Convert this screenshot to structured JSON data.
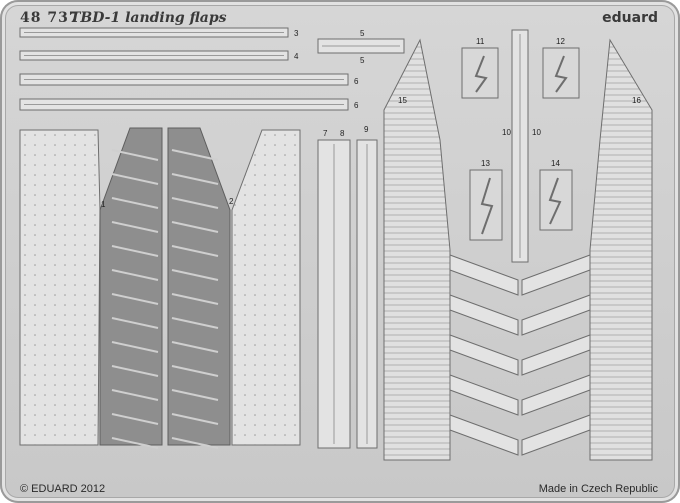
{
  "sheet": {
    "catalog_number": "48 737",
    "title": "TBD-1 landing flaps",
    "brand": "eduard",
    "copyright": "© EDUARD 2012",
    "origin": "Made in Czech Republic"
  },
  "part_numbers": [
    "1",
    "2",
    "3",
    "4",
    "5",
    "5",
    "6",
    "6",
    "7",
    "8",
    "9",
    "10",
    "10",
    "11",
    "12",
    "13",
    "14",
    "15",
    "16"
  ],
  "colors": {
    "fret": "#d0d0d0",
    "part_light": "#e3e3e3",
    "part_dark": "#8e8e8e",
    "outline": "#6e6e6e"
  }
}
